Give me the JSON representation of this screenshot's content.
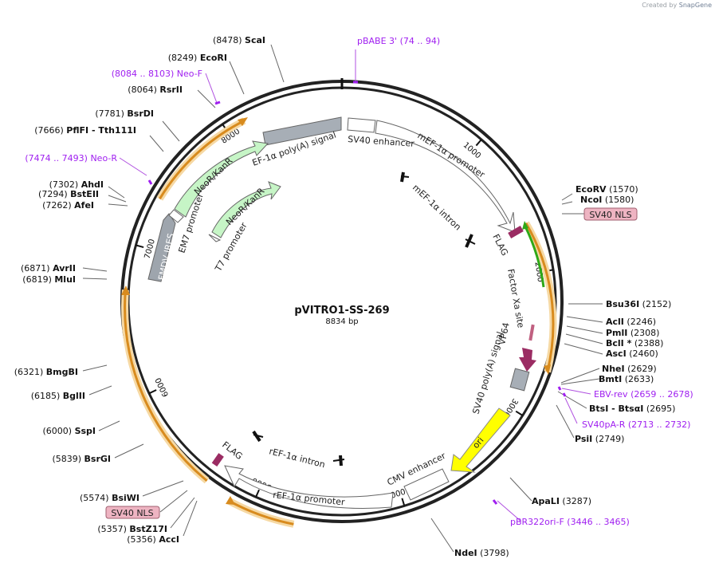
{
  "credit": {
    "prefix": "Created by",
    "brand": "SnapGene"
  },
  "plasmid": {
    "name": "pVITRO1-SS-269",
    "length": "8834 bp"
  },
  "colors": {
    "primer": "#a020f0",
    "orange": "#f2a12a",
    "promoter": "#ffffff",
    "resistance": "#c6f5c6",
    "ori": "#ffff00",
    "polyA": "#a7aeb6",
    "nls": "#eeb4c2",
    "flag": "#9b2c63",
    "ires": "#9ea5ad",
    "green": "#2ea817"
  },
  "ticks": [
    "1000",
    "2000",
    "3000",
    "4000",
    "5000",
    "6000",
    "7000",
    "8000"
  ],
  "features": [
    {
      "label": "SV40 enhancer",
      "kind": "outline"
    },
    {
      "label": "mEF-1α promoter",
      "kind": "outline-arrow"
    },
    {
      "label": "mEF-1α intron",
      "kind": "intron"
    },
    {
      "label": "FLAG",
      "kind": "flag"
    },
    {
      "label": "Factor Xa site",
      "kind": "tiny"
    },
    {
      "label": "VP64",
      "kind": "flag-arrow"
    },
    {
      "label": "SV40 poly(A) signal",
      "kind": "grey"
    },
    {
      "label": "ori",
      "kind": "ori"
    },
    {
      "label": "CMV enhancer",
      "kind": "outline"
    },
    {
      "label": "rEF-1α promoter",
      "kind": "outline-arrow"
    },
    {
      "label": "rEF-1α intron",
      "kind": "intron"
    },
    {
      "label": "FLAG",
      "kind": "flag"
    },
    {
      "label": "FMDV IRES",
      "kind": "grey"
    },
    {
      "label": "EM7 promoter",
      "kind": "outline-arrow"
    },
    {
      "label": "NeoR/KanR",
      "kind": "resistance"
    },
    {
      "label": "T7 promoter",
      "kind": "tiny"
    },
    {
      "label": "NeoR/KanR",
      "kind": "resistance"
    },
    {
      "label": "EF-1α poly(A) signal",
      "kind": "grey"
    }
  ],
  "sites": [
    {
      "name": "ScaI",
      "pos": "(8478)"
    },
    {
      "name": "EcoRI",
      "pos": "(8249)"
    },
    {
      "name": "RsrII",
      "pos": "(8064)"
    },
    {
      "name": "BsrDI",
      "pos": "(7781)"
    },
    {
      "name": "PflFI - Tth111I",
      "pos": "(7666)"
    },
    {
      "name": "AhdI",
      "pos": "(7302)"
    },
    {
      "name": "BstEII",
      "pos": "(7294)"
    },
    {
      "name": "AfeI",
      "pos": "(7262)"
    },
    {
      "name": "AvrII",
      "pos": "(6871)"
    },
    {
      "name": "MluI",
      "pos": "(6819)"
    },
    {
      "name": "BmgBI",
      "pos": "(6321)"
    },
    {
      "name": "BglII",
      "pos": "(6185)"
    },
    {
      "name": "SspI",
      "pos": "(6000)"
    },
    {
      "name": "BsrGI",
      "pos": "(5839)"
    },
    {
      "name": "BsiWI",
      "pos": "(5574)"
    },
    {
      "name": "BstZ17I",
      "pos": "(5357)"
    },
    {
      "name": "AccI",
      "pos": "(5356)"
    },
    {
      "name": "EcoRV",
      "pos": "(1570)"
    },
    {
      "name": "NcoI",
      "pos": "(1580)"
    },
    {
      "name": "Bsu36I",
      "pos": "(2152)"
    },
    {
      "name": "AclI",
      "pos": "(2246)"
    },
    {
      "name": "PmlI",
      "pos": "(2308)"
    },
    {
      "name": "BclI *",
      "pos": "(2388)"
    },
    {
      "name": "AscI",
      "pos": "(2460)"
    },
    {
      "name": "NheI",
      "pos": "(2629)"
    },
    {
      "name": "BmtI",
      "pos": "(2633)"
    },
    {
      "name": "BtsI - BtsαI",
      "pos": "(2695)"
    },
    {
      "name": "PsiI",
      "pos": "(2749)"
    },
    {
      "name": "ApaLI",
      "pos": "(3287)"
    },
    {
      "name": "NdeI",
      "pos": "(3798)"
    }
  ],
  "primers": [
    {
      "name": "pBABE 3'",
      "range": "(74 .. 94)"
    },
    {
      "name": "Neo-F",
      "range": "(8084 .. 8103)"
    },
    {
      "name": "Neo-R",
      "range": "(7474 .. 7493)"
    },
    {
      "name": "EBV-rev",
      "range": "(2659 .. 2678)"
    },
    {
      "name": "SV40pA-R",
      "range": "(2713 .. 2732)"
    },
    {
      "name": "pBR322ori-F",
      "range": "(3446 .. 3465)"
    }
  ],
  "nls_tags": [
    {
      "label": "SV40 NLS"
    },
    {
      "label": "SV40 NLS"
    }
  ]
}
